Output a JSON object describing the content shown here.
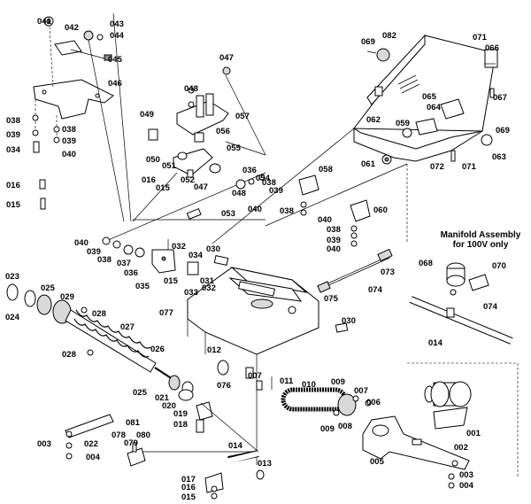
{
  "note": {
    "line1": "Manifold Assembly",
    "line2": "for 100V only"
  },
  "labels": {
    "l041": "041",
    "l042": "042",
    "l043": "043",
    "l044": "044",
    "l045": "045",
    "l046": "046",
    "l038a": "038",
    "l039a": "039",
    "l034": "034",
    "l038b": "038",
    "l039b": "039",
    "l040a": "040",
    "l016a": "016",
    "l015a": "015",
    "l047a": "047",
    "l048a": "048",
    "l049": "049",
    "l057": "057",
    "l056": "056",
    "l055": "055",
    "l050": "050",
    "l051": "051",
    "l016b": "016",
    "l015b": "015",
    "l052": "052",
    "l047b": "047",
    "l036a": "036",
    "l054": "054",
    "l038c": "038",
    "l039c": "039",
    "l048b": "048",
    "l040b": "040",
    "l053": "053",
    "l058": "058",
    "l038d": "038",
    "l040c": "040",
    "l060": "060",
    "l038e": "038",
    "l039d": "039",
    "l040d": "040",
    "l069a": "069",
    "l082": "082",
    "l071a": "071",
    "l066": "066",
    "l067": "067",
    "l065": "065",
    "l064": "064",
    "l062": "062",
    "l059": "059",
    "l069b": "069",
    "l063": "063",
    "l061": "061",
    "l072": "072",
    "l071b": "071",
    "l040e": "040",
    "l039e": "039",
    "l038f": "038",
    "l037": "037",
    "l036b": "036",
    "l035": "035",
    "l032a": "032",
    "l030a": "030",
    "l034b": "034",
    "l031": "031",
    "l033": "033",
    "l032b": "032",
    "l015c": "015",
    "l073": "073",
    "l074a": "074",
    "l075": "075",
    "l077": "077",
    "l030b": "030",
    "l023": "023",
    "l024": "024",
    "l025": "025",
    "l029": "029",
    "l028a": "028",
    "l027": "027",
    "l028b": "028",
    "l026": "026",
    "l012": "012",
    "l076": "076",
    "l007a": "007",
    "l011": "011",
    "l068": "068",
    "l070": "070",
    "l074b": "074",
    "l014a": "014",
    "l025b": "025",
    "l021": "021",
    "l020": "020",
    "l019": "019",
    "l018": "018",
    "l010": "010",
    "l009a": "009",
    "l007b": "007",
    "l006": "006",
    "l009b": "009",
    "l008": "008",
    "l001": "001",
    "l002": "002",
    "l005": "005",
    "l003a": "003",
    "l004a": "004",
    "l081": "081",
    "l078": "078",
    "l080": "080",
    "l079": "079",
    "l003b": "003",
    "l022": "022",
    "l004b": "004",
    "l014b": "014",
    "l013": "013",
    "l017": "017",
    "l016c": "016",
    "l015d": "015"
  }
}
